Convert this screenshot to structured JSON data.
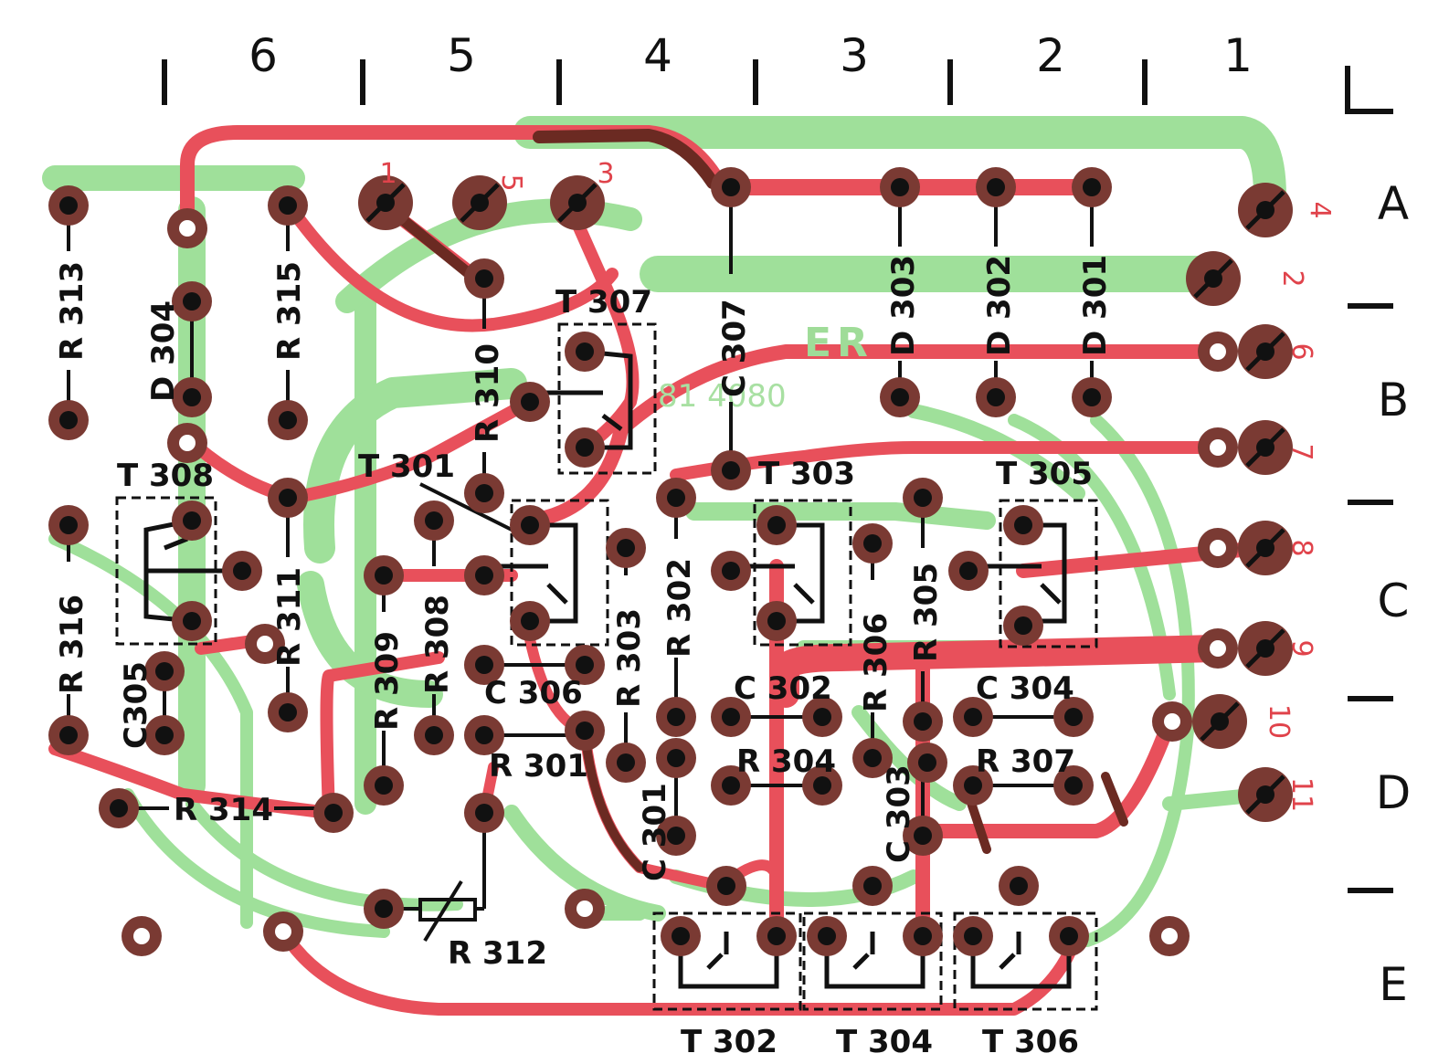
{
  "colors": {
    "background": "#ffffff",
    "component_side_trace": "#e8505b",
    "solder_side_trace": "#9fe09a",
    "overlap_trace": "#6b2a22",
    "pad_ring": "#7a3a33",
    "pad_hole_dark": "#111111",
    "pad_hole_light": "#ffffff",
    "silkscreen": "#111111",
    "connector_numbers": "#e0434b"
  },
  "columns": [
    "6",
    "5",
    "4",
    "3",
    "2",
    "1"
  ],
  "rows": [
    "A",
    "B",
    "C",
    "D",
    "E"
  ],
  "connector_numbers": [
    "1",
    "2",
    "3",
    "4",
    "5",
    "6",
    "7",
    "8",
    "9",
    "10",
    "11"
  ],
  "board_text": {
    "logo": "ER",
    "part_number": "81 4080"
  },
  "designators": {
    "R313": "R 313",
    "R315": "R 315",
    "R316": "R 316",
    "R314": "R 314",
    "R311": "R 311",
    "R310": "R 310",
    "R309": "R 309",
    "R308": "R 308",
    "R312": "R 312",
    "R301": "R 301",
    "R302": "R 302",
    "R303": "R 303",
    "R304": "R 304",
    "R305": "R 305",
    "R306": "R 306",
    "R307": "R 307",
    "D304": "D 304",
    "D303": "D 303",
    "D302": "D 302",
    "D301": "D 301",
    "C307": "C 307",
    "C306": "C 306",
    "C305": "C305",
    "C301": "C 301",
    "C302": "C 302",
    "C303": "C 303",
    "C304": "C 304",
    "T308": "T 308",
    "T307": "T 307",
    "T301": "T 301",
    "T303": "T 303",
    "T305": "T 305",
    "T302": "T 302",
    "T304": "T 304",
    "T306": "T 306"
  }
}
